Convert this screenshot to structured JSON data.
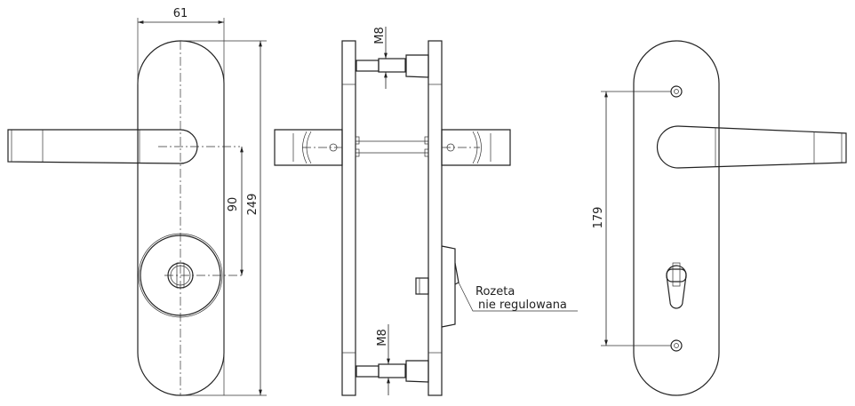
{
  "drawing": {
    "front_view": {
      "width_dim": "61",
      "height_dim": "249",
      "axis_distance_dim": "90"
    },
    "side_view": {
      "thread_top": "M8",
      "thread_bottom": "M8",
      "rosette_note_line1": "Rozeta",
      "rosette_note_line2": "nie regulowana"
    },
    "back_view": {
      "screw_spacing_dim": "179"
    },
    "line_color": "#222222"
  }
}
